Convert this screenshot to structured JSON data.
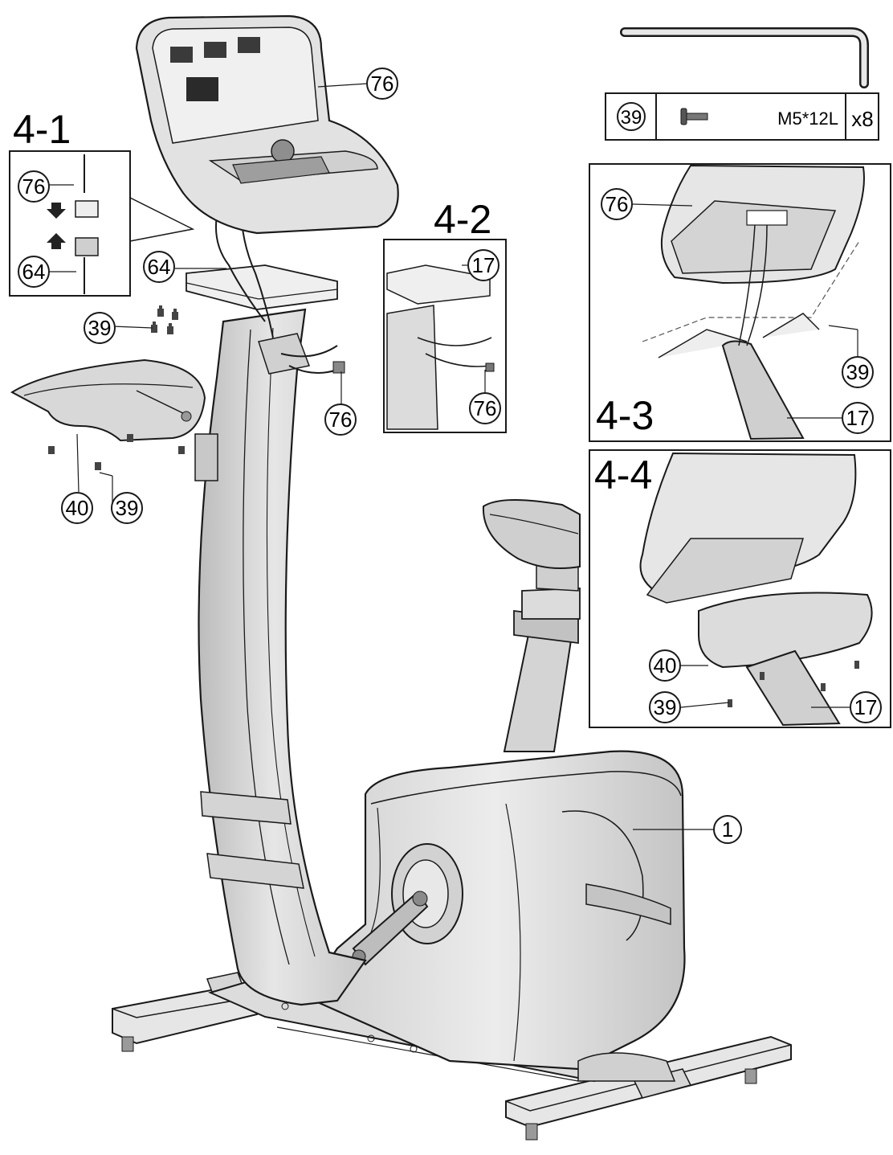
{
  "steps": {
    "s41": "4-1",
    "s42": "4-2",
    "s43": "4-3",
    "s44": "4-4"
  },
  "hardware": {
    "part": "39",
    "spec": "M5*12L",
    "qty": "x8"
  },
  "callouts": {
    "main_76": "76",
    "main_64": "64",
    "main_39_group": "39",
    "main_40": "40",
    "main_39_cover": "39",
    "main_76_connector": "76",
    "main_1": "1",
    "d41_76": "76",
    "d41_64": "64",
    "d42_17": "17",
    "d42_76": "76",
    "d43_76": "76",
    "d43_39": "39",
    "d43_17": "17",
    "d44_40": "40",
    "d44_39": "39",
    "d44_17": "17"
  },
  "colors": {
    "line": "#1a1a1a",
    "body_fill": "#e4e4e4",
    "dark_fill": "#bdbdbd",
    "frame_fill": "#f4f4f4"
  }
}
